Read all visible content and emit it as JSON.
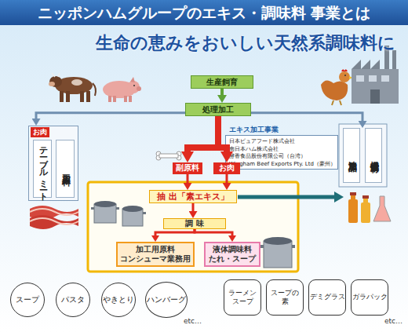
{
  "diagram": {
    "title": "ニッポンハムグループのエキス・調味料 事業とは",
    "nodes": [
      {
        "text": [
          "生産飼育"
        ]
      },
      {
        "text": [
          "処理加工"
        ]
      },
      {
        "text": [
          "お肉"
        ]
      },
      {
        "text": [
          "テーブルミート"
        ],
        "in": 2
      },
      {
        "text": [
          "加工用原料"
        ],
        "in": 2
      },
      {
        "text": [
          "エキス加工事業",
          "日本ピュアフード株式会社",
          "南日本ハム株式会社",
          "酵香食品股份有限公司（台湾）",
          "Wingham Beef Exports Pty. Ltd（豪州）"
        ]
      },
      {
        "text": [
          "油脂加工品"
        ]
      },
      {
        "text": [
          "機能性素材"
        ]
      },
      {
        "text": [
          "副原料"
        ]
      },
      {
        "text": [
          "お肉"
        ]
      },
      {
        "text": [
          "抽 出「素エキス」"
        ]
      },
      {
        "text": [
          "調 味"
        ]
      },
      {
        "text": [
          "加工用原料 コンシューマ業務用"
        ]
      },
      {
        "text": [
          "液体調味料 たれ・スープ"
        ]
      },
      {
        "text": [
          "スープ"
        ]
      },
      {
        "text": [
          "パスタ"
        ]
      },
      {
        "text": [
          "やきとり"
        ]
      },
      {
        "text": [
          "ハンバーグ"
        ]
      },
      {
        "text": [
          "ラーメン スープ"
        ]
      },
      {
        "text": [
          "スープの 素"
        ]
      },
      {
        "text": [
          "デミグラス"
        ]
      },
      {
        "text": [
          "ガラパック"
        ]
      }
    ],
    "edges": [
      {
        "from": 0,
        "to": 1,
        "arrow": "to"
      },
      {
        "from": 1,
        "to": 2,
        "arrow": "to"
      },
      {
        "from": 1,
        "to": 6,
        "arrow": "to"
      },
      {
        "from": 1,
        "to": 8,
        "arrow": "to"
      },
      {
        "from": 1,
        "to": 9,
        "arrow": "to"
      },
      {
        "from": 8,
        "to": 10,
        "arrow": "to"
      },
      {
        "from": 9,
        "to": 10,
        "arrow": "to"
      },
      {
        "from": 10,
        "to": 11,
        "arrow": "to"
      },
      {
        "from": 11,
        "to": 12,
        "arrow": "to"
      },
      {
        "from": 11,
        "to": 13,
        "arrow": "to"
      }
    ],
    "labels": [
      "生命の恵みをおいしい天然系調味料に",
      "etc…",
      "etc…"
    ]
  }
}
